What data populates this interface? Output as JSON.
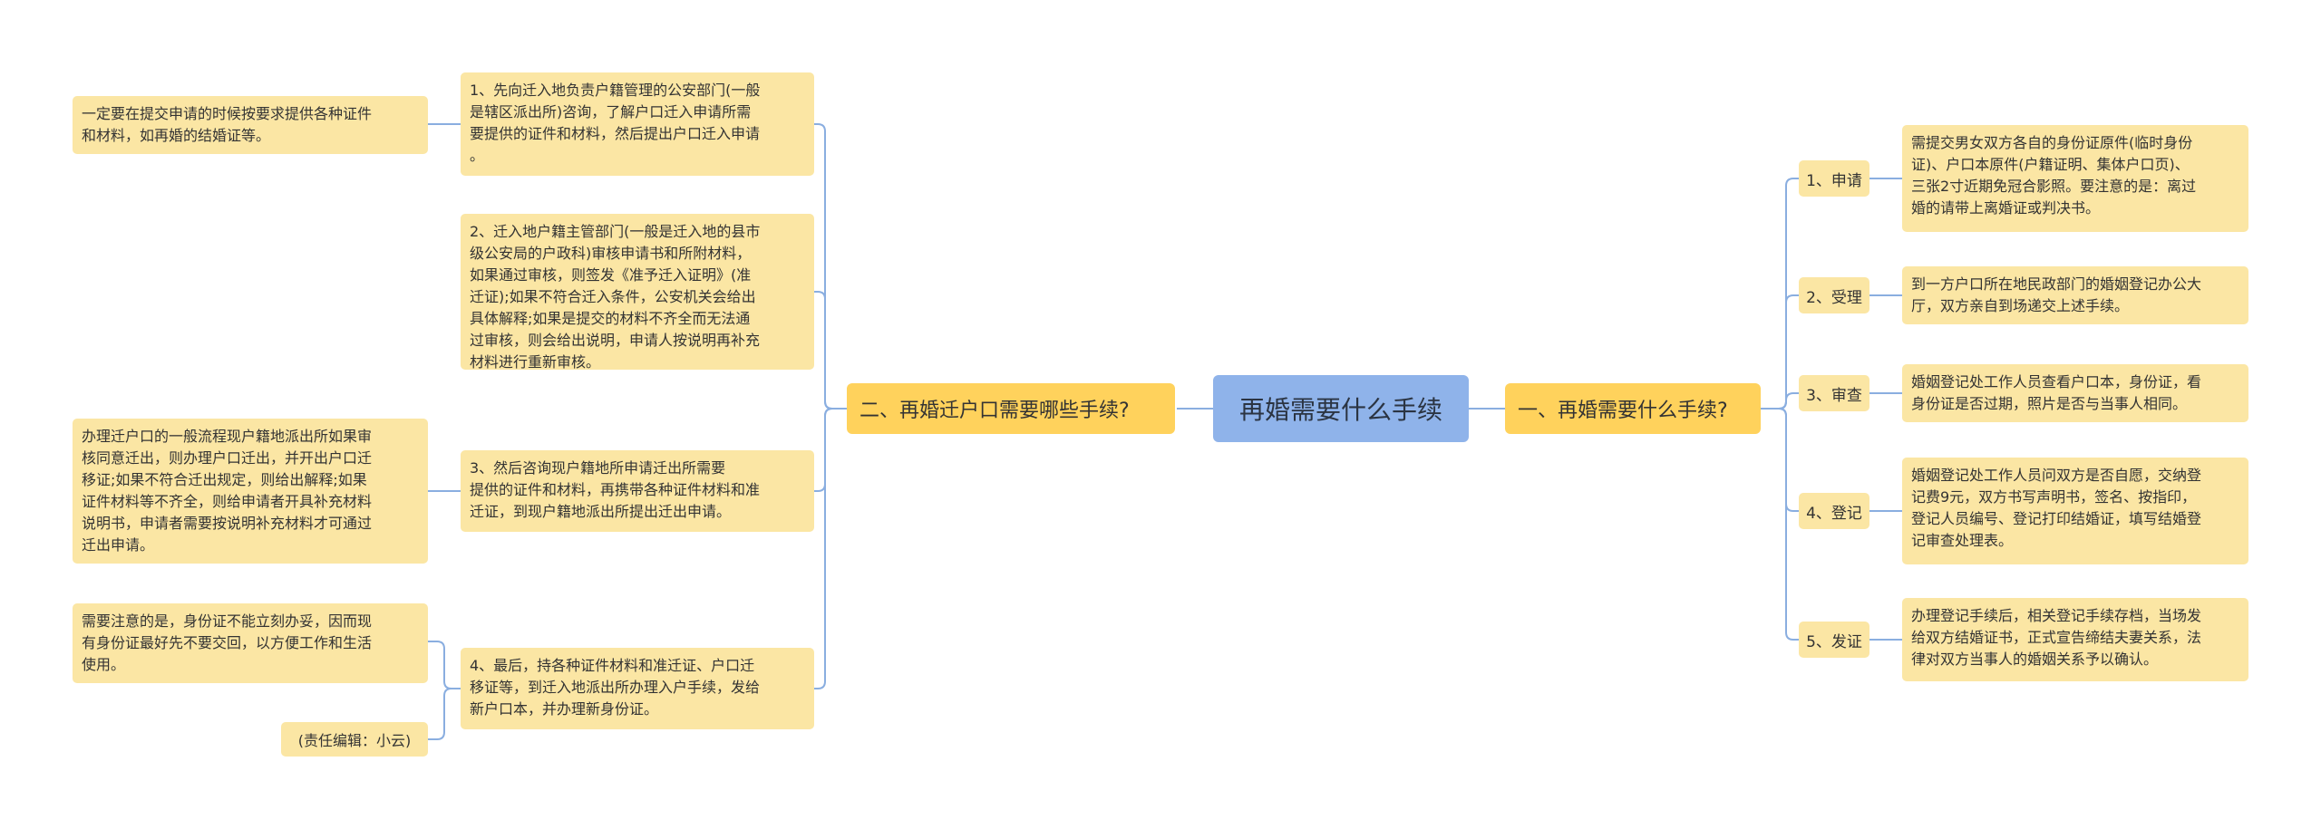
{
  "root": {
    "title": "再婚需要什么手续"
  },
  "right_branch": {
    "title": "一、再婚需要什么手续?",
    "steps": [
      {
        "label": "1、申请",
        "detail": "需提交男女双方各自的身份证原件(临时身份\n证)、户口本原件(户籍证明、集体户口页)、\n三张2寸近期免冠合影照。要注意的是：离过\n婚的请带上离婚证或判决书。"
      },
      {
        "label": "2、受理",
        "detail": "到一方户口所在地民政部门的婚姻登记办公大\n厅，双方亲自到场递交上述手续。"
      },
      {
        "label": "3、审查",
        "detail": "婚姻登记处工作人员查看户口本，身份证，看\n身份证是否过期，照片是否与当事人相同。"
      },
      {
        "label": "4、登记",
        "detail": "婚姻登记处工作人员问双方是否自愿，交纳登\n记费9元，双方书写声明书，签名、按指印，\n登记人员编号、登记打印结婚证，填写结婚登\n记审查处理表。"
      },
      {
        "label": "5、发证",
        "detail": "办理登记手续后，相关登记手续存档，当场发\n给双方结婚证书，正式宣告缔结夫妻关系，法\n律对双方当事人的婚姻关系予以确认。"
      }
    ]
  },
  "left_branch": {
    "title": "二、再婚迁户口需要哪些手续?",
    "items": [
      {
        "text": "1、先向迁入地负责户籍管理的公安部门(一般\n是辖区派出所)咨询，了解户口迁入申请所需\n要提供的证件和材料，然后提出户口迁入申请\n。",
        "notes": [
          "一定要在提交申请的时候按要求提供各种证件\n和材料，如再婚的结婚证等。"
        ]
      },
      {
        "text": "2、迁入地户籍主管部门(一般是迁入地的县市\n级公安局的户政科)审核申请书和所附材料，\n如果通过审核，则签发《准予迁入证明》(准\n迁证);如果不符合迁入条件，公安机关会给出\n具体解释;如果是提交的材料不齐全而无法通\n过审核，则会给出说明，申请人按说明再补充\n材料进行重新审核。",
        "notes": []
      },
      {
        "text": "3、然后咨询现户籍地所申请迁出所需要\n提供的证件和材料，再携带各种证件材料和准\n迁证，到现户籍地派出所提出迁出申请。",
        "notes": [
          "办理迁户口的一般流程现户籍地派出所如果审\n核同意迁出，则办理户口迁出，并开出户口迁\n移证;如果不符合迁出规定，则给出解释;如果\n证件材料等不齐全，则给申请者开具补充材料\n说明书，申请者需要按说明补充材料才可通过\n迁出申请。"
        ]
      },
      {
        "text": "4、最后，持各种证件材料和准迁证、户口迁\n移证等，到迁入地派出所办理入户手续，发给\n新户口本，并办理新身份证。",
        "notes": [
          "需要注意的是，身份证不能立刻办妥，因而现\n有身份证最好先不要交回，以方便工作和生活\n使用。",
          "(责任编辑：小云)"
        ]
      }
    ]
  },
  "colors": {
    "root": "#8fb3ea",
    "branch": "#ffd25c",
    "leaf": "#fbe6a4",
    "line": "#8aaee0"
  }
}
